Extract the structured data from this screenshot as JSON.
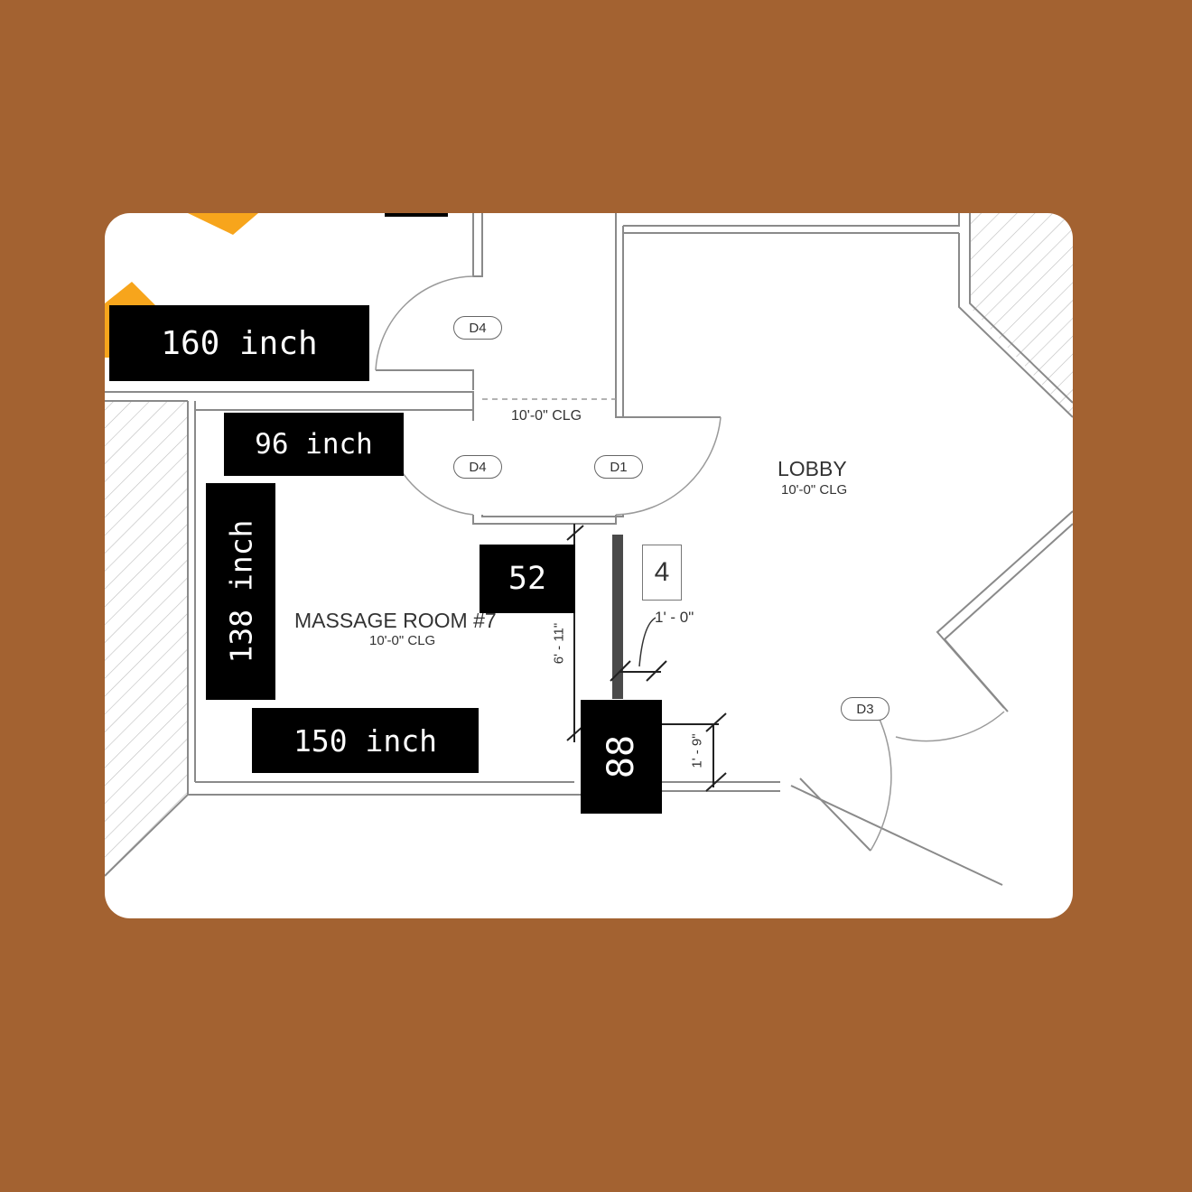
{
  "rooms": {
    "massage_room": {
      "name": "MASSAGE ROOM #7",
      "ceiling": "10'-0\" CLG"
    },
    "lobby": {
      "name": "LOBBY",
      "ceiling": "10'-0\" CLG"
    },
    "corridor_ceiling": "10'-0\" CLG"
  },
  "doors": {
    "d4_upper": "D4",
    "d4_lower": "D4",
    "d1": "D1",
    "d3": "D3"
  },
  "measurements": {
    "top_width": "160 inch",
    "upper_width": "96 inch",
    "left_height": "138 inch",
    "bottom_width": "150 inch",
    "opening_a": "52",
    "opening_b": "88"
  },
  "plan_dimensions": {
    "wall_length": "6' - 11\"",
    "offset_a": "1' - 0\"",
    "offset_b": "1' - 9\"",
    "section_tag": "4"
  },
  "colors": {
    "background": "#a36231",
    "accent": "#f7a51c",
    "label_bg": "#000000"
  }
}
